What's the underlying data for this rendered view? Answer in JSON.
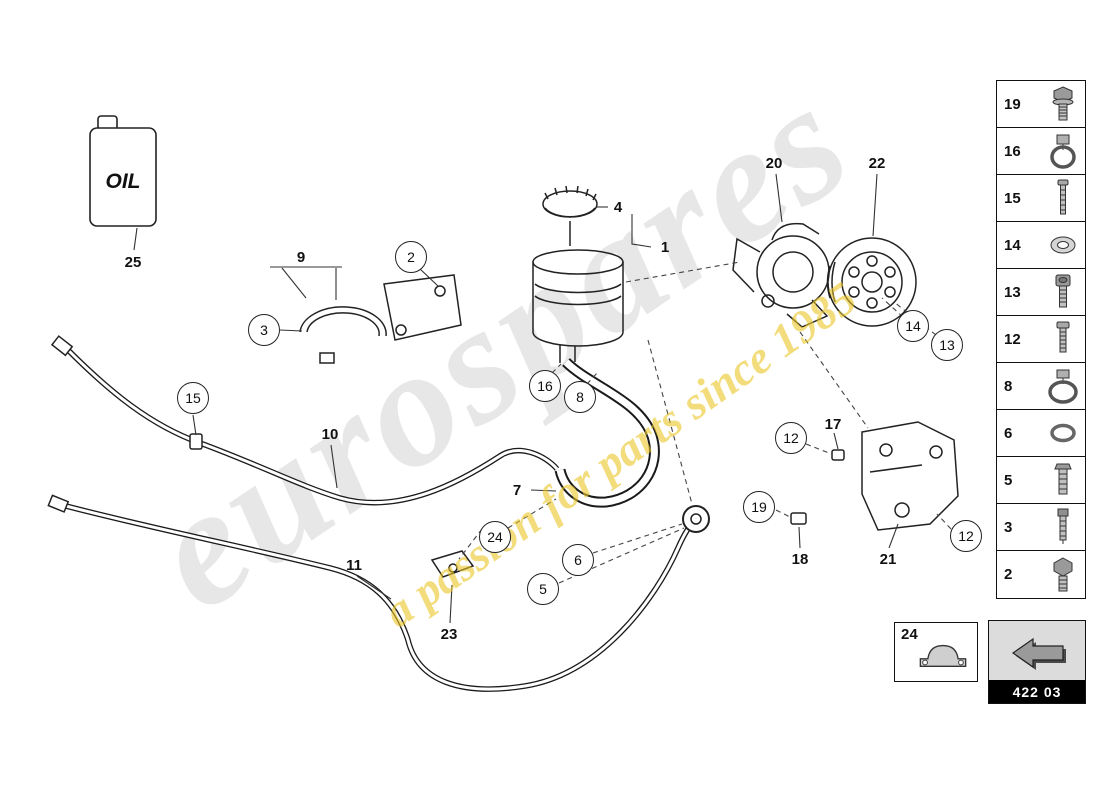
{
  "watermark": {
    "brand": "eurospares",
    "tagline": "a passion for parts since 1985"
  },
  "oil": {
    "label": "OIL"
  },
  "callouts": {
    "c25": {
      "label": "25"
    },
    "c9": {
      "label": "9"
    },
    "c2": {
      "label": "2"
    },
    "c3": {
      "label": "3"
    },
    "c4": {
      "label": "4"
    },
    "c1": {
      "label": "1"
    },
    "c20": {
      "label": "20"
    },
    "c22": {
      "label": "22"
    },
    "c14": {
      "label": "14"
    },
    "c13": {
      "label": "13"
    },
    "c16": {
      "label": "16"
    },
    "c8": {
      "label": "8"
    },
    "c15": {
      "label": "15"
    },
    "c10": {
      "label": "10"
    },
    "c7": {
      "label": "7"
    },
    "c12a": {
      "label": "12"
    },
    "c17": {
      "label": "17"
    },
    "c19": {
      "label": "19"
    },
    "c18": {
      "label": "18"
    },
    "c21": {
      "label": "21"
    },
    "c12b": {
      "label": "12"
    },
    "c24": {
      "label": "24"
    },
    "c5": {
      "label": "5"
    },
    "c6": {
      "label": "6"
    },
    "c23": {
      "label": "23"
    },
    "c11": {
      "label": "11"
    }
  },
  "legend": {
    "items": [
      {
        "number": "19",
        "icon": "flange-bolt"
      },
      {
        "number": "16",
        "icon": "hose-clamp"
      },
      {
        "number": "15",
        "icon": "pan-head-screw"
      },
      {
        "number": "14",
        "icon": "washer"
      },
      {
        "number": "13",
        "icon": "socket-bolt"
      },
      {
        "number": "12",
        "icon": "machine-screw"
      },
      {
        "number": "8",
        "icon": "hose-clamp"
      },
      {
        "number": "6",
        "icon": "o-ring"
      },
      {
        "number": "5",
        "icon": "hex-screw"
      },
      {
        "number": "3",
        "icon": "cheese-head-screw"
      },
      {
        "number": "2",
        "icon": "hex-bolt"
      }
    ]
  },
  "boxes": {
    "clamp_number": "24",
    "code": "422 03"
  }
}
